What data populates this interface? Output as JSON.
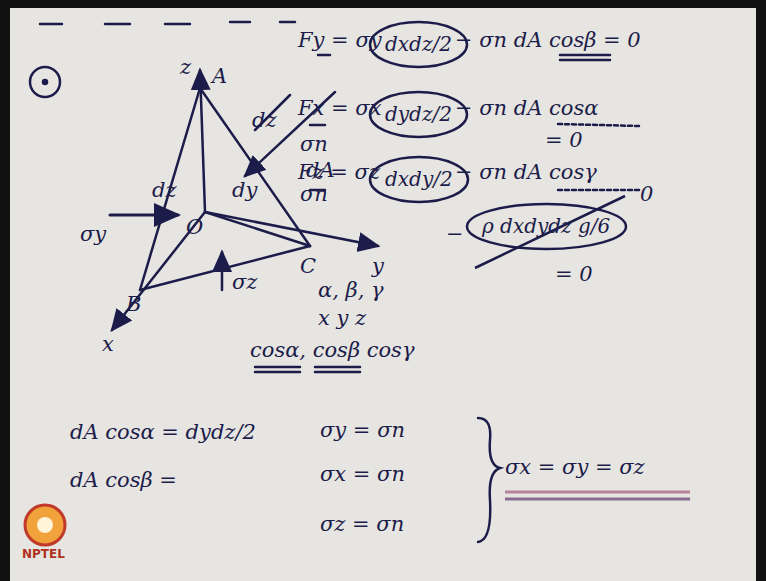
{
  "diagram": {
    "nodes": [
      {
        "text": [
          "dxdz/2"
        ]
      },
      {
        "text": [
          "dydz/2"
        ]
      },
      {
        "text": [
          "dxdy/2"
        ]
      },
      {
        "text": [
          "ρ dxdydz g/6"
        ]
      }
    ],
    "labels": [
      "Fy = σy",
      "− σn dA cosβ = 0",
      "Fx = σx",
      "− σn dA cosα",
      "= 0",
      "Fz = σz",
      "− σn dA cosγ",
      "0",
      "−",
      "= 0",
      "z",
      "A",
      "dz",
      "σn",
      "dA",
      "σn",
      "dy",
      "dz",
      "σy",
      "O",
      "C",
      "y",
      "B",
      "x",
      "σz",
      "α, β, γ",
      "x   y   z",
      "cosα, cosβ cosγ",
      "dA cosα = dydz/2",
      "dA cosβ =",
      "σy = σn",
      "σx = σn",
      "σz = σn",
      "σx = σy = σz",
      "NPTEL"
    ]
  }
}
